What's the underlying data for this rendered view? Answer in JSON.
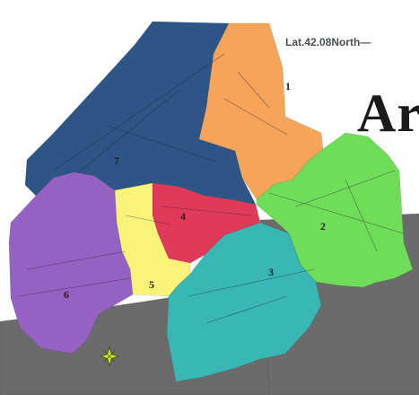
{
  "header": {
    "lat_text": "Lat.42.08North—",
    "title_fragment": "Ar"
  },
  "map": {
    "colors": {
      "ward_1": "#f6a45a",
      "ward_2": "#6fdd5a",
      "ward_3": "#39b7b4",
      "ward_4": "#df3a5a",
      "ward_5": "#f9f37a",
      "ward_6": "#9562c4",
      "ward_7": "#2d5687",
      "panel": "#6b6b6b"
    },
    "wards": [
      {
        "id": "ward-1",
        "label": "1"
      },
      {
        "id": "ward-2",
        "label": "2"
      },
      {
        "id": "ward-3",
        "label": "3"
      },
      {
        "id": "ward-4",
        "label": "4"
      },
      {
        "id": "ward-5",
        "label": "5"
      },
      {
        "id": "ward-6",
        "label": "6"
      },
      {
        "id": "ward-7",
        "label": "7"
      }
    ],
    "compass_icon": "compass-star-icon"
  }
}
